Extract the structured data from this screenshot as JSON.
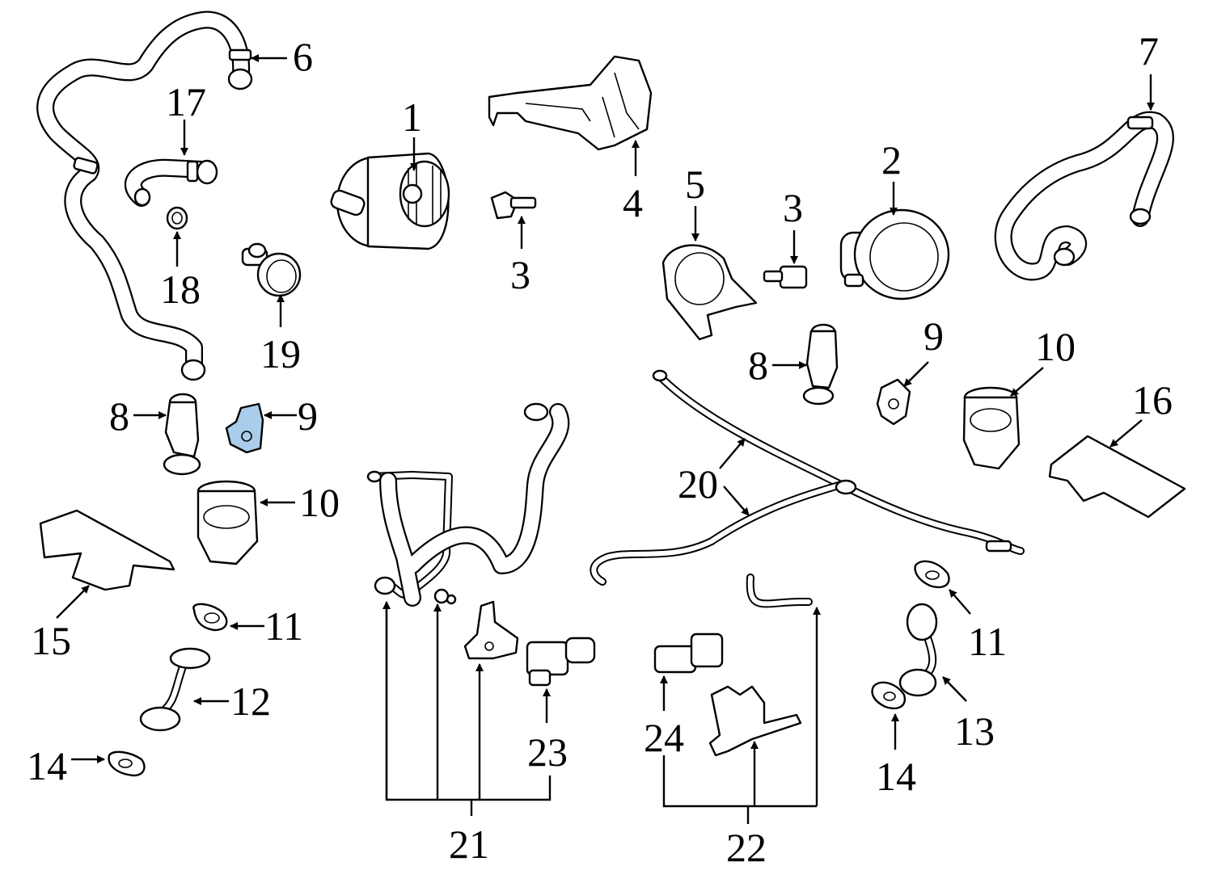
{
  "diagram": {
    "highlight_color": "#a9cdea",
    "line_color": "#000000",
    "background": "#ffffff",
    "callouts": {
      "c1": "1",
      "c2": "2",
      "c3a": "3",
      "c3b": "3",
      "c4": "4",
      "c5": "5",
      "c6": "6",
      "c7": "7",
      "c8a": "8",
      "c8b": "8",
      "c9a": "9",
      "c9b": "9",
      "c10a": "10",
      "c10b": "10",
      "c11a": "11",
      "c11b": "11",
      "c12": "12",
      "c13": "13",
      "c14a": "14",
      "c14b": "14",
      "c15": "15",
      "c16": "16",
      "c17": "17",
      "c18": "18",
      "c19": "19",
      "c20": "20",
      "c21": "21",
      "c22": "22",
      "c23": "23",
      "c24": "24"
    }
  }
}
